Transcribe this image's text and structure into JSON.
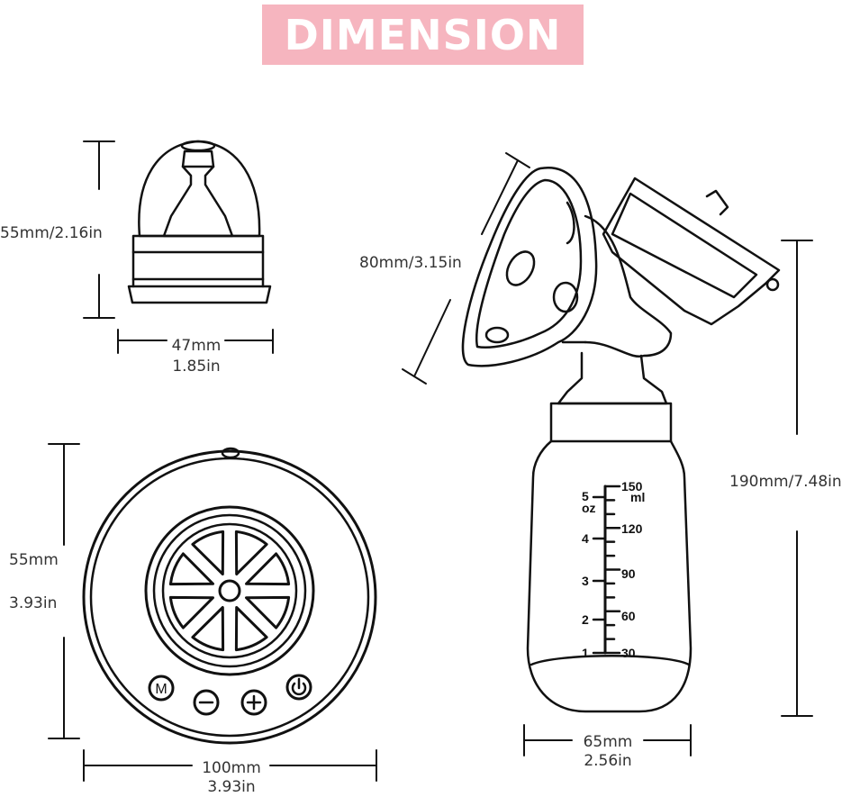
{
  "title": "DIMENSION",
  "colors": {
    "title_bg": "#f6b5bf",
    "line": "#111111"
  },
  "cap": {
    "height_label": "55mm/2.16in",
    "width_mm": "47mm",
    "width_in": "1.85in"
  },
  "pump": {
    "flange_label": "80mm/3.15in",
    "height_label": "190mm/7.48in",
    "width_mm": "65mm",
    "width_in": "2.56in"
  },
  "motor_unit": {
    "height_mm": "55mm",
    "height_in": "3.93in",
    "width_mm": "100mm",
    "width_in": "3.93in",
    "buttons": [
      {
        "label": "M",
        "icon": "mode-icon"
      },
      {
        "label": "−",
        "icon": "minus-icon"
      },
      {
        "label": "+",
        "icon": "plus-icon"
      },
      {
        "label": "⏻",
        "icon": "power-icon"
      }
    ]
  },
  "bottle_scale": {
    "ml_unit": "ml",
    "oz_unit": "oz",
    "ml_marks": [
      "150",
      "120",
      "90",
      "60",
      "30"
    ],
    "oz_marks": [
      "5",
      "4",
      "3",
      "2",
      "1"
    ]
  }
}
